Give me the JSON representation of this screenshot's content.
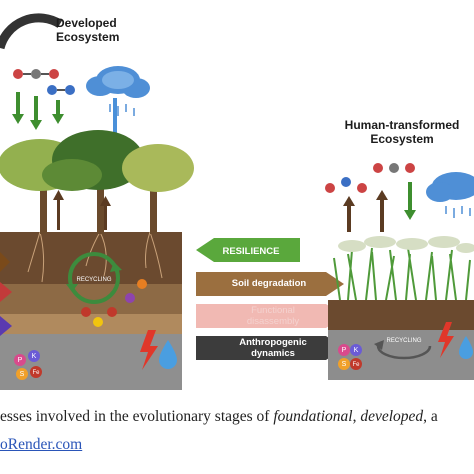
{
  "developed": {
    "title_line1": "Developed",
    "title_line2": "Ecosystem",
    "recycling_label": "RECYCLING",
    "nutrients": [
      "P",
      "K",
      "S",
      "Fe"
    ]
  },
  "human": {
    "title_line1": "Human-transformed",
    "title_line2": "Ecosystem",
    "recycling_label": "RECYCLING",
    "nutrients": [
      "P",
      "K",
      "S",
      "Fe"
    ]
  },
  "processes": {
    "resilience": "RESILIENCE",
    "soil_degradation": "Soil degradation",
    "functional_line1": "Functional",
    "functional_line2": "disassembly",
    "anthropogenic_line1": "Anthropogenic",
    "anthropogenic_line2": "dynamics"
  },
  "caption": {
    "part1": "esses involved in the evolutionary stages of ",
    "em1": "foundational",
    "part2": ", ",
    "em2": "developed",
    "part3": ", a"
  },
  "link_text": "oRender.com",
  "colors": {
    "resilience": "#5aa83c",
    "soil_degradation": "#9b6f3f",
    "functional_disassembly": "#f1b9b3",
    "anthropogenic_dynamics": "#3c3c3c",
    "recycling": "#3d8b3d",
    "link": "#2a55b8"
  }
}
